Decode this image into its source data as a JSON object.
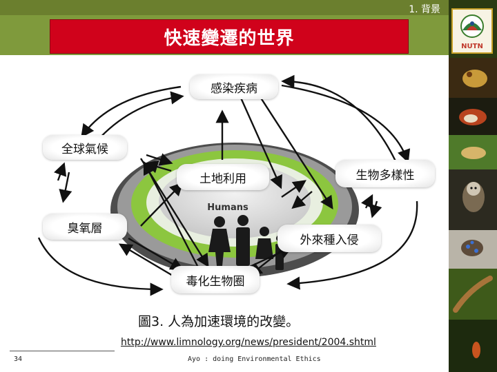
{
  "header": {
    "section": "1. 背景",
    "title": "快速變遷的世界"
  },
  "diagram": {
    "center_label": "Humans",
    "nodes": {
      "infectious_disease": "感染疾病",
      "global_climate": "全球氣候",
      "land_use": "土地利用",
      "biodiversity": "生物多樣性",
      "ozone": "臭氧層",
      "invasive_species": "外來種入侵",
      "toxic_biosphere": "毒化生物圈"
    }
  },
  "caption": "圖3. 人為加速環境的改變。",
  "source_url": "http://www.limnology.org/news/president/2004.shtml",
  "footer": {
    "page_number": "34",
    "text": "Ayo : doing Environmental Ethics"
  },
  "logo_text": "NUTN",
  "colors": {
    "title_bg": "#d0021b",
    "band_green": "#7f9a3c",
    "ring_green": "#8cc63f"
  }
}
